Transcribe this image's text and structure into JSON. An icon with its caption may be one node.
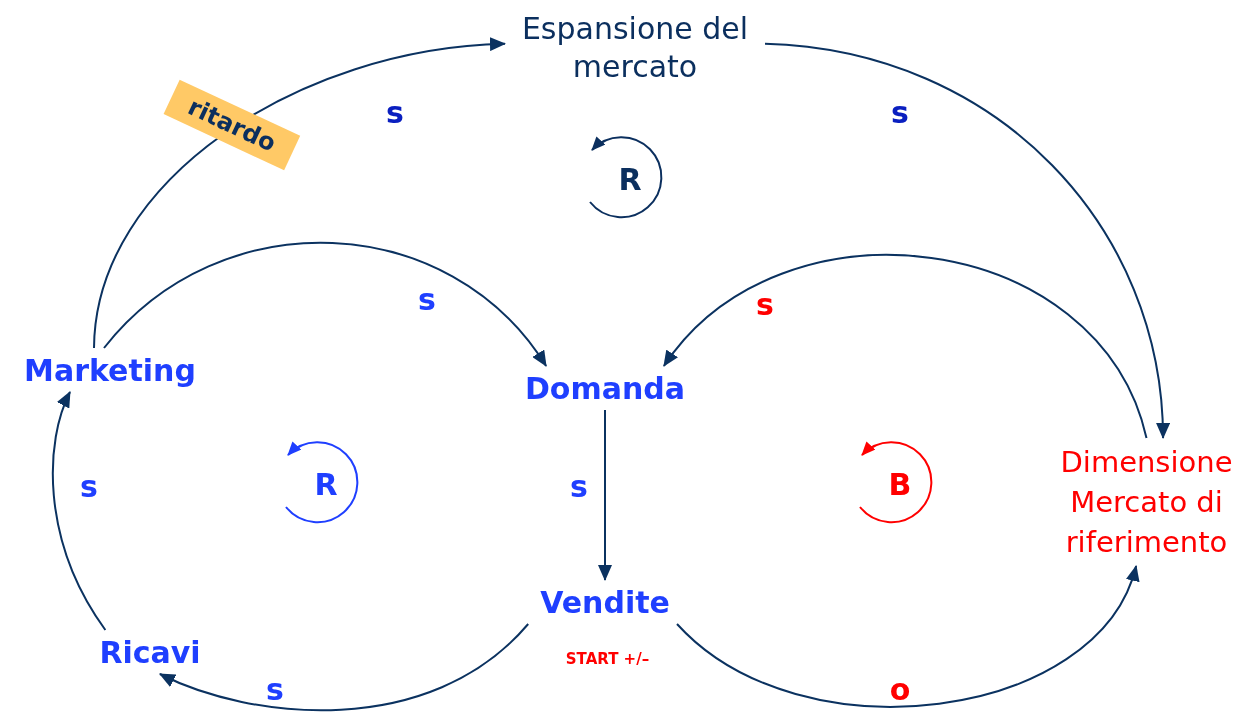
{
  "diagram": {
    "nodes": [
      {
        "text": [
          "Espansione del mercato"
        ]
      },
      {
        "text": [
          "Marketing"
        ]
      },
      {
        "text": [
          "Domanda"
        ]
      },
      {
        "text": [
          "Vendite"
        ],
        "beside": [
          "START +/–"
        ]
      },
      {
        "text": [
          "Ricavi"
        ]
      },
      {
        "text": [
          "Dimensione Mercato di riferimento"
        ]
      }
    ],
    "edges": [
      {
        "from": 1,
        "to": 0,
        "arrow": "to",
        "label": "ritardo"
      },
      {
        "from": 0,
        "to": 5,
        "arrow": "to"
      },
      {
        "from": 1,
        "to": 2,
        "arrow": "to"
      },
      {
        "from": 5,
        "to": 2,
        "arrow": "to"
      },
      {
        "from": 2,
        "to": 3,
        "arrow": "to"
      },
      {
        "from": 3,
        "to": 5,
        "arrow": "to"
      },
      {
        "from": 3,
        "to": 4,
        "arrow": "to"
      },
      {
        "from": 4,
        "to": 1,
        "arrow": "to"
      }
    ],
    "labels": [
      "s",
      "s",
      "R",
      "s",
      "s",
      "s",
      "R",
      "s",
      "B",
      "s",
      "o"
    ]
  }
}
